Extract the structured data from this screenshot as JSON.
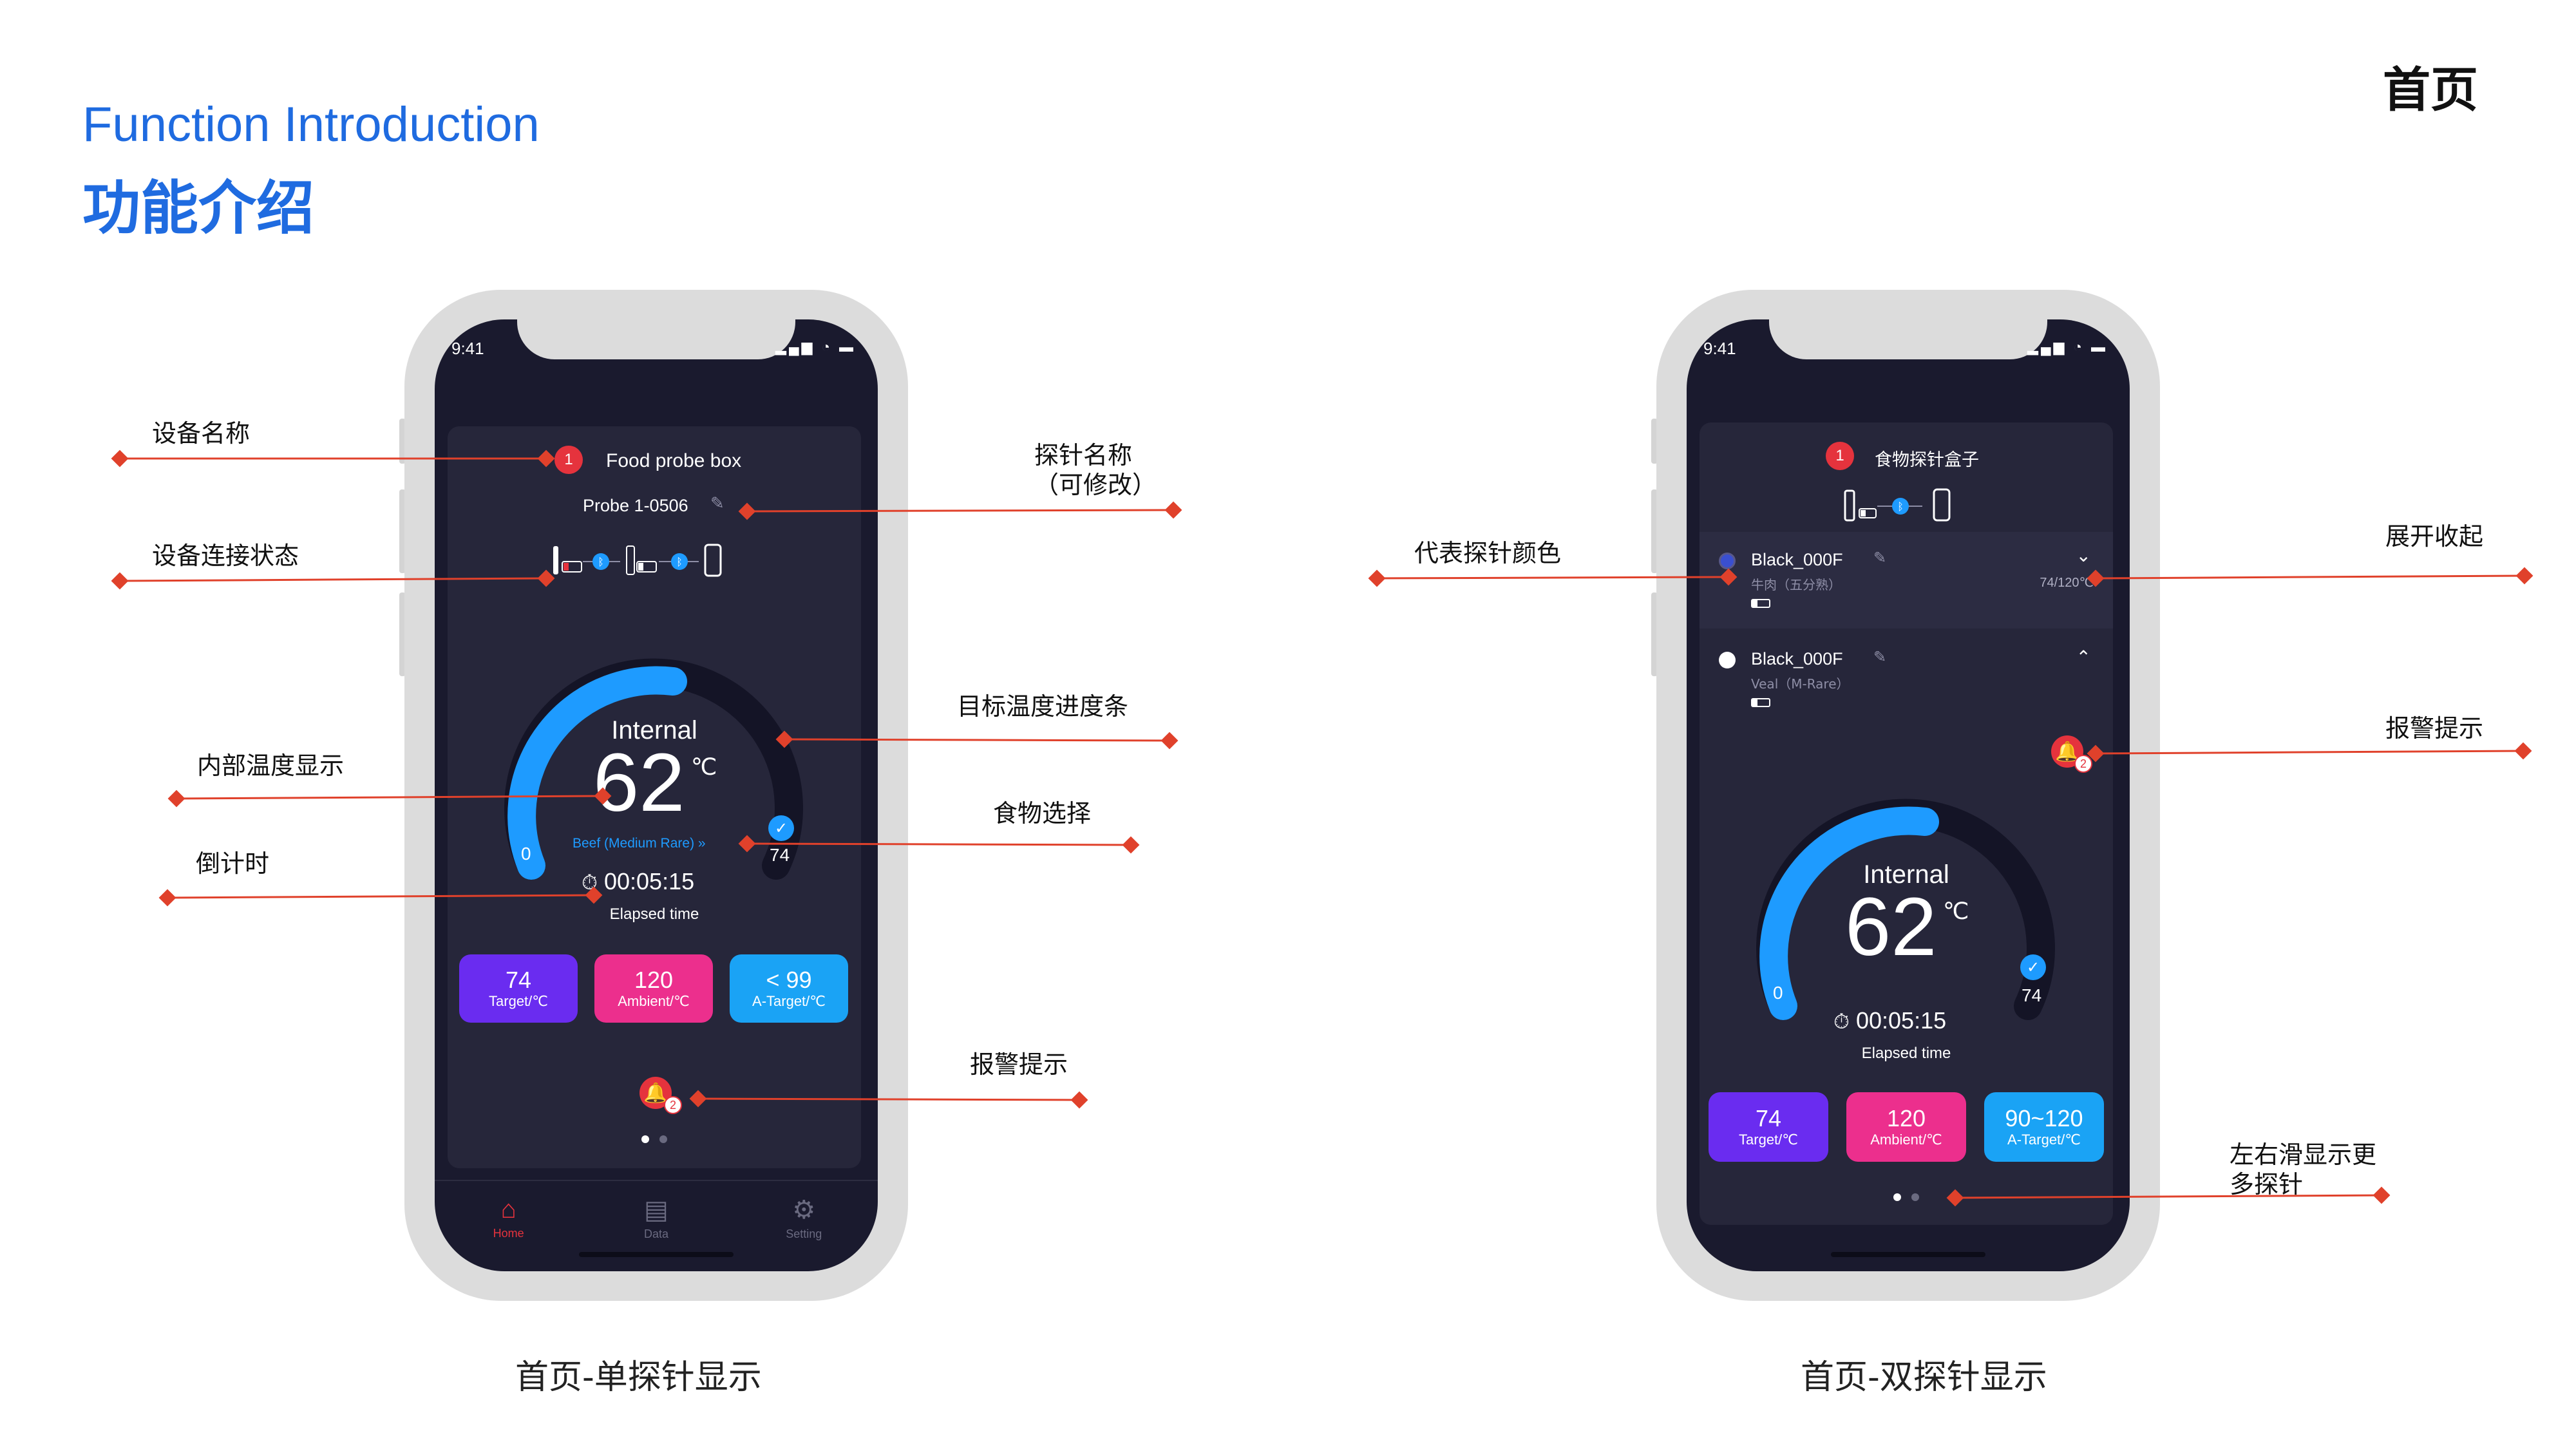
{
  "page": {
    "title_en": "Function Introduction",
    "title_cn": "功能介绍",
    "section_tag": "首页"
  },
  "phone_single": {
    "caption": "首页-单探针显示",
    "status_time": "9:41",
    "status_icons": "▂▄▆ ◔ ▬",
    "device_index": "1",
    "device_name": "Food probe box",
    "probe_name": "Probe 1-0506",
    "edit_icon": "✎",
    "gauge": {
      "label": "Internal",
      "value": "62",
      "unit": "℃",
      "min_label": "0",
      "max_label": "74",
      "progress": 0.5
    },
    "food": "Beef (Medium Rare)",
    "food_chevron": "»",
    "timer": "00:05:15",
    "timer_label": "Elapsed time",
    "tiles": [
      {
        "value": "74",
        "label": "Target/℃",
        "color": "#6a2cf0"
      },
      {
        "value": "120",
        "label": "Ambient/℃",
        "color": "#ec2f8d"
      },
      {
        "value": "< 99",
        "label": "A-Target/℃",
        "color": "#1aa3f5"
      }
    ],
    "alarm_count": "2",
    "tabs": [
      {
        "label": "Home",
        "icon": "home-bell-icon",
        "active": true
      },
      {
        "label": "Data",
        "icon": "data-doc-icon",
        "active": false
      },
      {
        "label": "Setting",
        "icon": "gear-icon",
        "active": false
      }
    ]
  },
  "phone_dual": {
    "caption": "首页-双探针显示",
    "status_time": "9:41",
    "status_icons": "▂▄▆ ◔ ▬",
    "device_index": "1",
    "device_name": "食物探针盒子",
    "probe1": {
      "name": "Black_000F",
      "food": "牛肉（五分熟）",
      "temp": "74/120℃",
      "color": "#3a4fd0"
    },
    "probe2": {
      "name": "Black_000F",
      "food": "Veal（M-Rare）",
      "color": "#ffffff"
    },
    "gauge": {
      "label": "Internal",
      "value": "62",
      "unit": "℃",
      "min_label": "0",
      "max_label": "74",
      "progress": 0.5
    },
    "timer": "00:05:15",
    "timer_label": "Elapsed time",
    "tiles": [
      {
        "value": "74",
        "label": "Target/℃",
        "color": "#6a2cf0"
      },
      {
        "value": "120",
        "label": "Ambient/℃",
        "color": "#ec2f8d"
      },
      {
        "value": "90~120",
        "label": "A-Target/℃",
        "color": "#1aa3f5"
      }
    ],
    "alarm_count": "2"
  },
  "callouts": {
    "device_name": "设备名称",
    "connection_status": "设备连接状态",
    "internal_temp": "内部温度显示",
    "countdown": "倒计时",
    "probe_name": "探针名称",
    "probe_name_note": "（可修改）",
    "target_progress": "目标温度进度条",
    "food_select": "食物选择",
    "alarm_single": "报警提示",
    "probe_color": "代表探针颜色",
    "expand_collapse": "展开收起",
    "alarm_dual": "报警提示",
    "swipe_more_l1": "左右滑显示更",
    "swipe_more_l2": "多探针"
  },
  "colors": {
    "accent": "#1f6be0",
    "callout_line": "#e0412b",
    "gauge_active": "#1e9bff",
    "gauge_track": "#141426",
    "screen_bg": "#1a1a2e",
    "card_bg": "#26263a"
  }
}
